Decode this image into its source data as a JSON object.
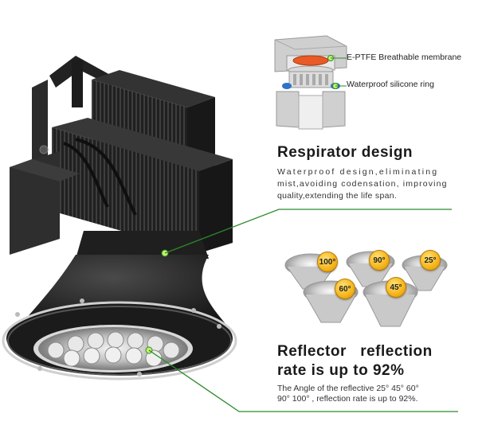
{
  "membrane": {
    "label_membrane": "E-PTFE Breathable membrane",
    "label_ring": "Waterproof silicone ring"
  },
  "respirator": {
    "title": "Respirator design",
    "line1": "Waterproof design,eliminating",
    "line2": "mist,avoiding codensation, improving",
    "line3": "quality,extending the life span."
  },
  "reflector": {
    "title_line1": "Reflector   reflection",
    "title_line2": "rate is up to 92%",
    "desc_line1": "The Angle of the reflective 25° 45° 60°",
    "desc_line2": "90° 100° , reflection rate is up to 92%.",
    "angles": [
      "100°",
      "90°",
      "25°",
      "60°",
      "45°"
    ]
  },
  "colors": {
    "accent_green": "#2c8a2c",
    "badge_gold": "#f6b820",
    "lamp_black": "#2a2a2a"
  }
}
